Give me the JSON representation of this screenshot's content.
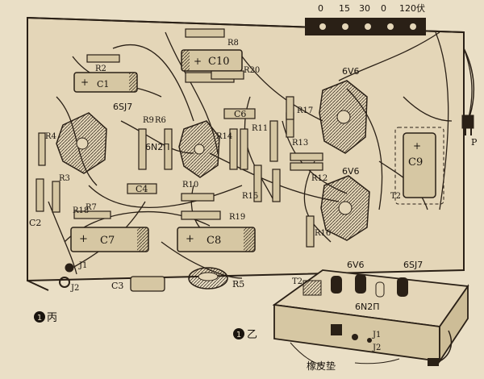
{
  "chassis_scale": [
    "0",
    "15",
    "30",
    "0",
    "120伏"
  ],
  "resistors": [
    "R2",
    "R3",
    "R4",
    "R6",
    "R7",
    "R8",
    "R9",
    "R10",
    "R11",
    "R12",
    "R13",
    "R14",
    "R15",
    "R16",
    "R17",
    "R18",
    "R19",
    "R20"
  ],
  "capacitors": [
    "C1",
    "C2",
    "C3",
    "C4",
    "C6",
    "C7",
    "C8",
    "C9",
    "C10"
  ],
  "tubes": [
    "6SJ7",
    "6N2П",
    "6V6",
    "6V6"
  ],
  "other_parts": {
    "transformer": "T2",
    "jack1": "J1",
    "jack2": "J2",
    "resistor_pot": "R5",
    "plug": "P"
  },
  "figure_bing": {
    "number": "1",
    "suffix": "丙"
  },
  "figure_yi": {
    "number": "1",
    "suffix": "乙",
    "label_rubber": "橡皮垫"
  },
  "inset_tubes": [
    "6V6",
    "6SJ7",
    "6N2П"
  ],
  "inset_parts": {
    "transformer": "T2",
    "jack1": "J1",
    "jack2": "J2"
  }
}
